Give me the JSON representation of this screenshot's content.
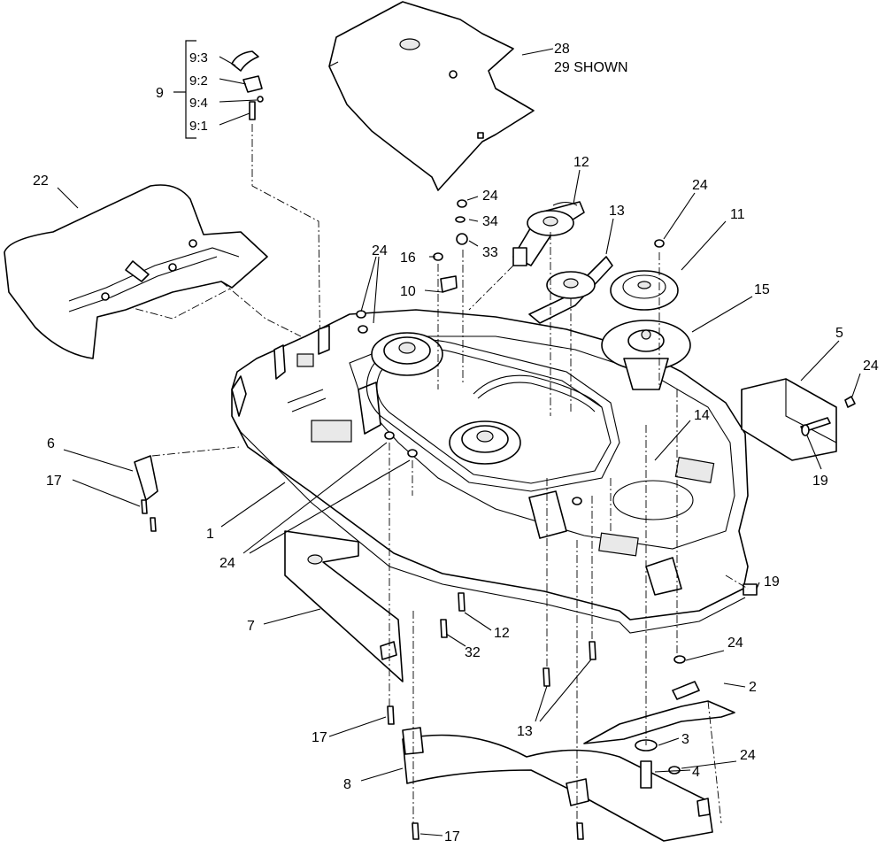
{
  "callouts": [
    {
      "id": "c1",
      "text": "1"
    },
    {
      "id": "c2",
      "text": "2"
    },
    {
      "id": "c3",
      "text": "3"
    },
    {
      "id": "c4",
      "text": "4"
    },
    {
      "id": "c5",
      "text": "5"
    },
    {
      "id": "c6",
      "text": "6"
    },
    {
      "id": "c7",
      "text": "7"
    },
    {
      "id": "c8",
      "text": "8"
    },
    {
      "id": "c9",
      "text": "9"
    },
    {
      "id": "c10",
      "text": "10"
    },
    {
      "id": "c11",
      "text": "11"
    },
    {
      "id": "c12a",
      "text": "12"
    },
    {
      "id": "c12b",
      "text": "12"
    },
    {
      "id": "c13a",
      "text": "13"
    },
    {
      "id": "c13b",
      "text": "13"
    },
    {
      "id": "c14",
      "text": "14"
    },
    {
      "id": "c15",
      "text": "15"
    },
    {
      "id": "c16",
      "text": "16"
    },
    {
      "id": "c17a",
      "text": "17"
    },
    {
      "id": "c17b",
      "text": "17"
    },
    {
      "id": "c17c",
      "text": "17"
    },
    {
      "id": "c19a",
      "text": "19"
    },
    {
      "id": "c19b",
      "text": "19"
    },
    {
      "id": "c22",
      "text": "22"
    },
    {
      "id": "c24a",
      "text": "24"
    },
    {
      "id": "c24b",
      "text": "24"
    },
    {
      "id": "c24c",
      "text": "24"
    },
    {
      "id": "c24d",
      "text": "24"
    },
    {
      "id": "c24e",
      "text": "24"
    },
    {
      "id": "c24f",
      "text": "24"
    },
    {
      "id": "c24g",
      "text": "24"
    },
    {
      "id": "c28",
      "text": "28"
    },
    {
      "id": "c29",
      "text": "29 SHOWN"
    },
    {
      "id": "c32",
      "text": "32"
    },
    {
      "id": "c33",
      "text": "33"
    },
    {
      "id": "c34",
      "text": "34"
    }
  ],
  "subassembly": {
    "items": [
      "9:3",
      "9:2",
      "9:4",
      "9:1"
    ]
  }
}
